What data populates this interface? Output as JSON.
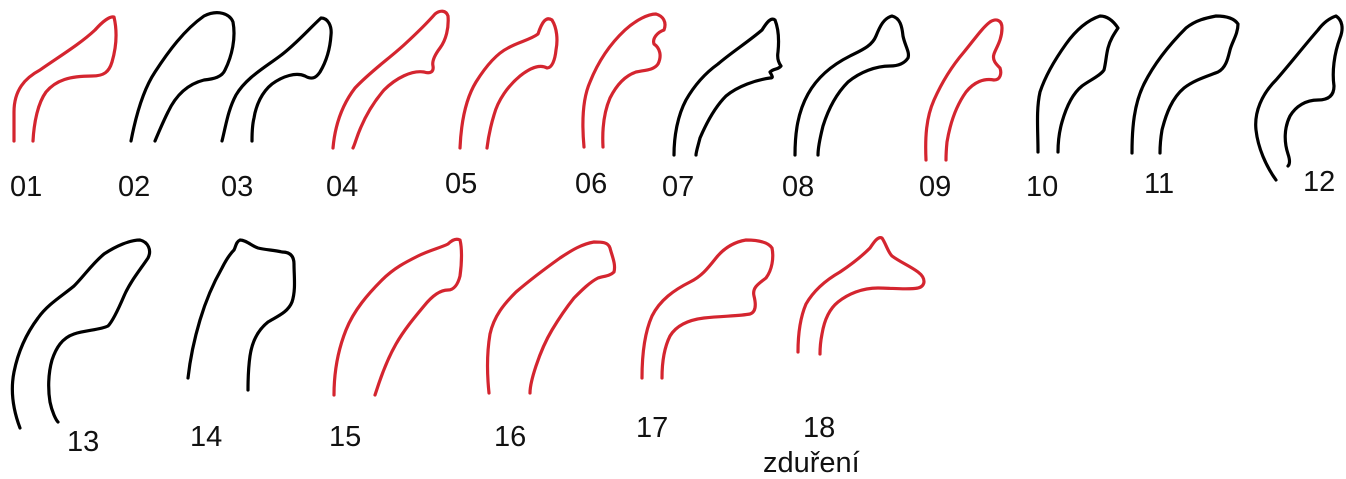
{
  "colors": {
    "highlighted": "#d4252f",
    "normal": "#000000",
    "text": "#111111"
  },
  "shapes": [
    {
      "id": "01",
      "label": "01",
      "highlighted": true
    },
    {
      "id": "02",
      "label": "02",
      "highlighted": false
    },
    {
      "id": "03",
      "label": "03",
      "highlighted": false
    },
    {
      "id": "04",
      "label": "04",
      "highlighted": true
    },
    {
      "id": "05",
      "label": "05",
      "highlighted": true
    },
    {
      "id": "06",
      "label": "06",
      "highlighted": true
    },
    {
      "id": "07",
      "label": "07",
      "highlighted": false
    },
    {
      "id": "08",
      "label": "08",
      "highlighted": false
    },
    {
      "id": "09",
      "label": "09",
      "highlighted": true
    },
    {
      "id": "10",
      "label": "10",
      "highlighted": false
    },
    {
      "id": "11",
      "label": "11",
      "highlighted": false
    },
    {
      "id": "12",
      "label": "12",
      "highlighted": false
    },
    {
      "id": "13",
      "label": "13",
      "highlighted": false
    },
    {
      "id": "14",
      "label": "14",
      "highlighted": false
    },
    {
      "id": "15",
      "label": "15",
      "highlighted": true
    },
    {
      "id": "16",
      "label": "16",
      "highlighted": true
    },
    {
      "id": "17",
      "label": "17",
      "highlighted": true
    },
    {
      "id": "18",
      "label": "18",
      "caption": "zduření",
      "highlighted": true
    }
  ]
}
